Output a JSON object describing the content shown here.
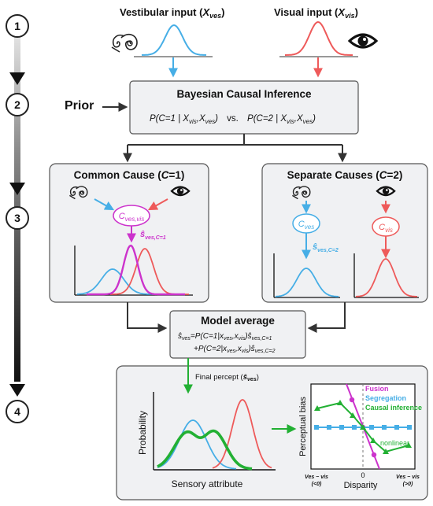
{
  "steps": [
    "1",
    "2",
    "3",
    "4"
  ],
  "inputs": {
    "vestibular_label": "Vestibular input (",
    "vestibular_sym": "X",
    "vestibular_sub": "ves",
    "visual_label": "Visual input (",
    "visual_sym": "X",
    "visual_sub": "vis",
    "close_paren": ")"
  },
  "prior": {
    "label": "Prior"
  },
  "bci": {
    "title": "Bayesian Causal Inference",
    "formula_left": "P(C=1 | X",
    "formula_left_sub": "vis",
    "formula_left_mid": ",X",
    "formula_left_sub2": "ves",
    "formula_left_end": ")",
    "vs": "vs.",
    "formula_right": "P(C=2 | X",
    "formula_right_sub": "vis",
    "formula_right_mid": ",X",
    "formula_right_sub2": "ves",
    "formula_right_end": ")"
  },
  "common": {
    "title_pre": "Common Cause (",
    "title_c": "C",
    "title_post": "=1)",
    "node": "C",
    "node_sub": "ves,vis",
    "estimate": "ŝ",
    "estimate_sub": "ves,C=1"
  },
  "separate": {
    "title_pre": "Separate Causes (",
    "title_c": "C",
    "title_post": "=2)",
    "node_ves": "C",
    "node_ves_sub": "ves",
    "node_vis": "C",
    "node_vis_sub": "vis",
    "estimate": "ŝ",
    "estimate_sub": "ves,C=2"
  },
  "model_average": {
    "title": "Model average",
    "line1": "ŝ",
    "line1_sub": "ves",
    "line1_rest": "=P(C=1|x",
    "line1_sub2": "ves",
    "line1_rest2": ",x",
    "line1_sub3": "vis",
    "line1_rest3": ")ŝ",
    "line1_sub4": "ves,C=1",
    "line2": "+P(C=2|x",
    "line2_sub": "ves",
    "line2_rest": ",x",
    "line2_sub2": "vis",
    "line2_rest2": ")ŝ",
    "line2_sub3": "ves,C=2"
  },
  "final": {
    "label": "Final percept (",
    "sym": "ŝ",
    "sub": "ves",
    "close": ")"
  },
  "percept_plot": {
    "ylabel": "Probability",
    "xlabel": "Sensory attribute"
  },
  "bias_plot": {
    "ylabel": "Perceptual bias",
    "xlabel": "Disparity",
    "zero": "0",
    "left_tick_1": "Ves − vis",
    "left_tick_2": "(<0)",
    "right_tick_1": "Ves − vis",
    "right_tick_2": "(>0)",
    "legend": [
      {
        "name": "Fusion",
        "color": "#cc33cc"
      },
      {
        "name": "Segregation",
        "color": "#46aee6"
      },
      {
        "name": "Causal inference",
        "color": "#22b033"
      }
    ],
    "annotation": "nonlinear"
  },
  "colors": {
    "vestibular": "#46aee6",
    "visual": "#ee5a5a",
    "fusion": "#cc33cc",
    "causal": "#22b033",
    "box_fill": "#f0f1f3",
    "box_stroke": "#555555"
  },
  "icons": [
    "ear-icon",
    "eye-icon"
  ]
}
